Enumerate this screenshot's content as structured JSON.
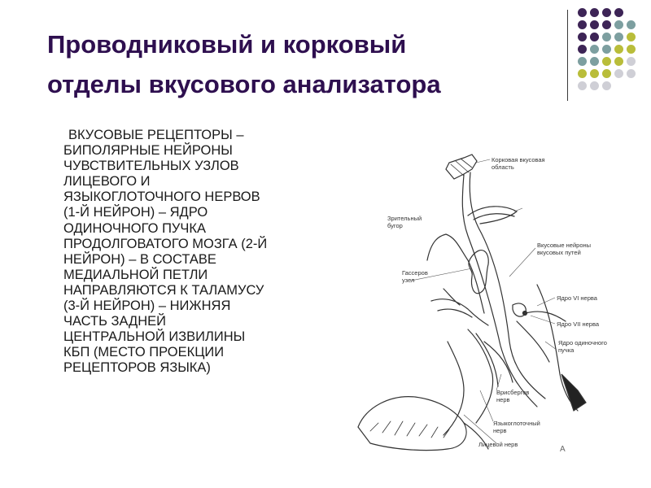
{
  "slide": {
    "title_lines": [
      "Проводниковый и корковый",
      "отделы вкусового анализатора"
    ],
    "body_lines": [
      "Вкусовые рецепторы –",
      "биполярные нейроны",
      "чувствительных узлов",
      "лицевого и",
      "языкоглоточного нервов",
      "(1-й нейрон) – ядро",
      "одиночного пучка",
      "продолговатого мозга (2-й",
      "нейрон) – в составе",
      "медиальной петли",
      "направляются к таламусу",
      "(3-й нейрон) – нижняя",
      "часть задней",
      "центральной  извилины",
      "КБП (место проекции",
      "рецепторов языка)"
    ]
  },
  "diagram": {
    "labels": {
      "cortex_line1": "Корковая вкусовая",
      "cortex_line2": "область",
      "thalamus_line1": "Зрительный",
      "thalamus_line2": "бугор",
      "gustatory_line1": "Вкусовые нейроны",
      "gustatory_line2": "вкусовых путей",
      "gasser_line1": "Гассеров",
      "gasser_line2": "узел",
      "nucleus6": "Ядро VI нерва",
      "nucleus7": "Ядро VII нерва",
      "solitary_line1": "Ядро одиночного",
      "solitary_line2": "пучка",
      "wrisberg_line1": "Врисбергов",
      "wrisberg_line2": "нерв",
      "glosso_line1": "Языкоглоточный",
      "glosso_line2": "нерв",
      "facial": "Лицевой нерв",
      "letter": "А"
    }
  },
  "decor": {
    "dot_rows": [
      [
        "#3d2456",
        "#3d2456",
        "#3d2456",
        "#3d2456"
      ],
      [
        "#3d2456",
        "#3d2456",
        "#3d2456",
        "#7d9fa0",
        "#7d9fa0"
      ],
      [
        "#3d2456",
        "#3d2456",
        "#7d9fa0",
        "#7d9fa0",
        "#b9bd3a"
      ],
      [
        "#3d2456",
        "#7d9fa0",
        "#7d9fa0",
        "#b9bd3a",
        "#b9bd3a"
      ],
      [
        "#7d9fa0",
        "#7d9fa0",
        "#b9bd3a",
        "#b9bd3a",
        "#cfcfd6"
      ],
      [
        "#b9bd3a",
        "#b9bd3a",
        "#b9bd3a",
        "#cfcfd6",
        "#cfcfd6"
      ],
      [
        "#cfcfd6",
        "#cfcfd6",
        "#cfcfd6"
      ]
    ],
    "title_color": "#2e0f4f"
  }
}
